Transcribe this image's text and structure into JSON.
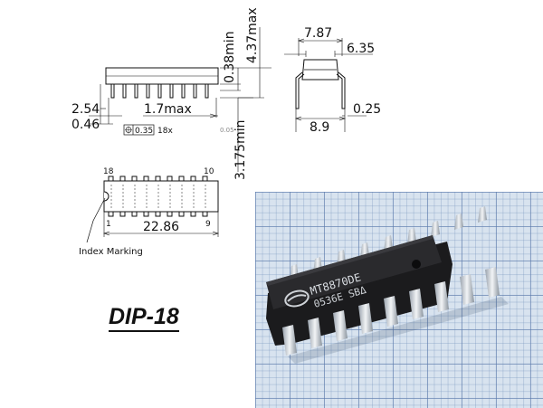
{
  "package_title": "DIP-18",
  "dimensions": {
    "pitch": "2.54",
    "lead_width": "0.46",
    "tolerance_box": "0.35",
    "tolerance_count": "18x",
    "height_min": "0.38min",
    "body_height_max": "4.37max",
    "end_gap_max": "1.7max",
    "lead_length_min": "3.175min",
    "row_spacing": "7.87",
    "body_width": "6.35",
    "outer_spread": "8.9",
    "lead_thickness": "0.25",
    "body_length": "22.86"
  },
  "pins": {
    "top_left": "18",
    "top_right": "10",
    "bottom_left": "1",
    "bottom_right": "9"
  },
  "index_label": "Index Marking",
  "chip_marking": {
    "line1": "MT8870DE",
    "line2": "0536E SBΔ"
  }
}
